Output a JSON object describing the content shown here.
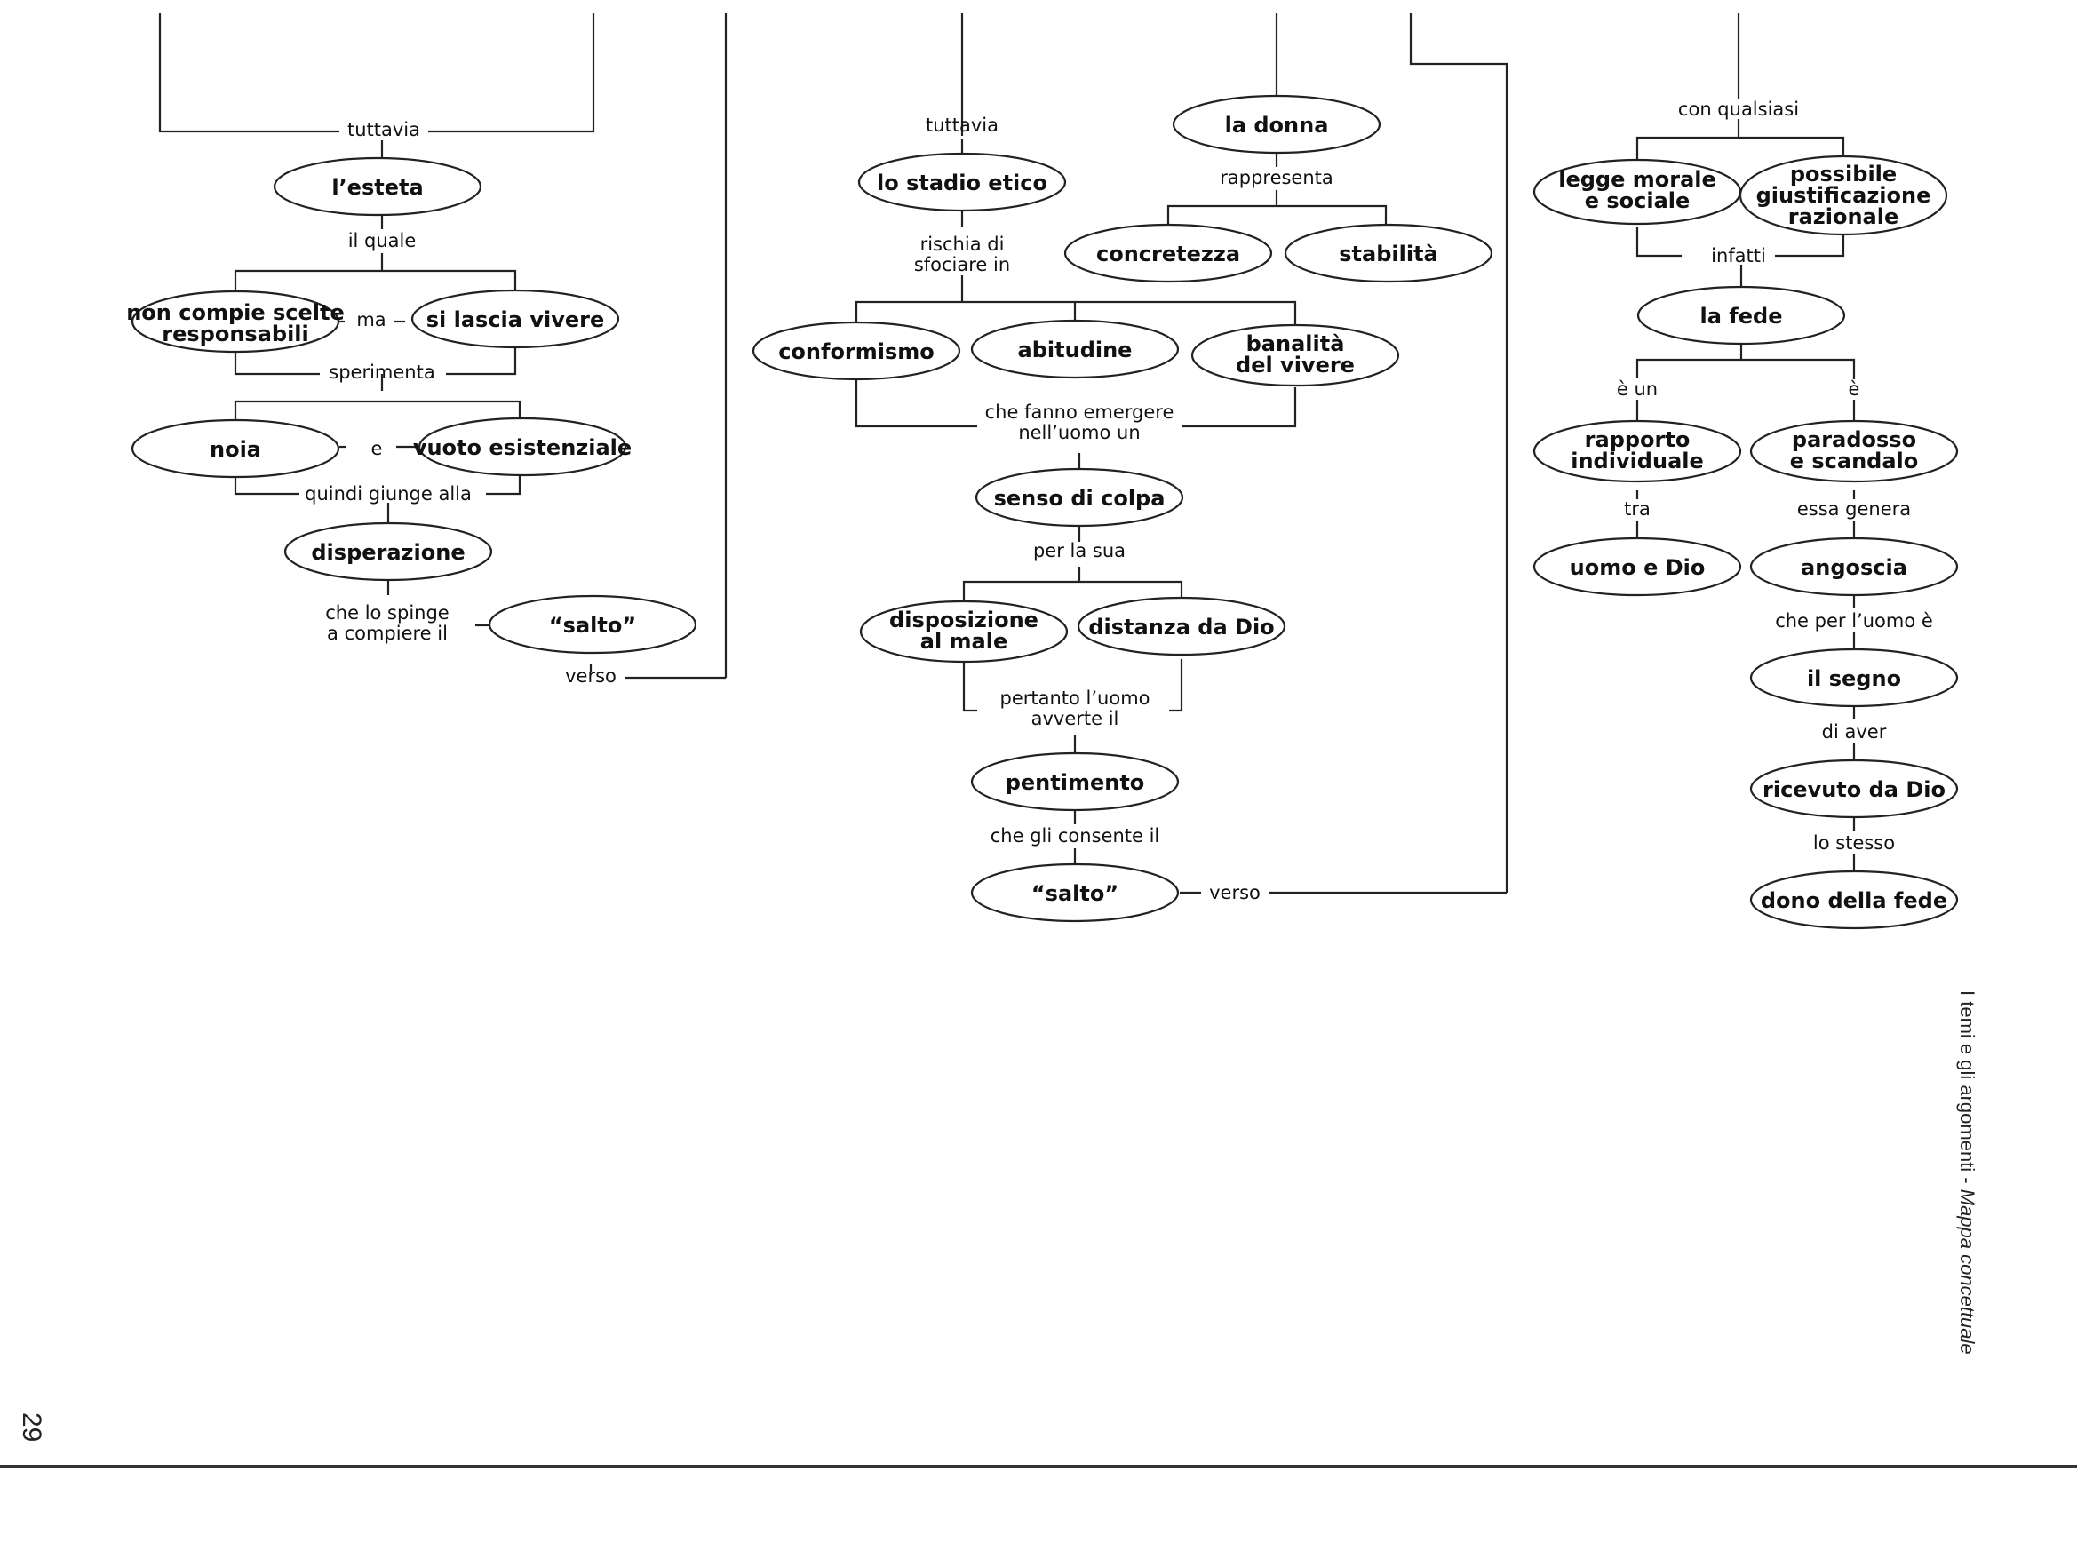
{
  "page_number": "29",
  "caption": {
    "main": "I temi e gli argomenti - ",
    "italic": "Mappa concettuale"
  },
  "nodes": {
    "esteta": [
      "l’esteta"
    ],
    "non_compie": [
      "non compie scelte",
      "responsabili"
    ],
    "si_lascia": [
      "si lascia vivere"
    ],
    "noia": [
      "noia"
    ],
    "vuoto": [
      "vuoto esistenziale"
    ],
    "disperazione": [
      "disperazione"
    ],
    "salto1": [
      "“salto”"
    ],
    "stadio_etico": [
      "lo stadio etico"
    ],
    "la_donna": [
      "la donna"
    ],
    "concretezza": [
      "concretezza"
    ],
    "stabilita": [
      "stabilità"
    ],
    "conformismo": [
      "conformismo"
    ],
    "abitudine": [
      "abitudine"
    ],
    "banalita": [
      "banalità",
      "del vivere"
    ],
    "senso_colpa": [
      "senso di colpa"
    ],
    "disposizione": [
      "disposizione",
      "al male"
    ],
    "distanza": [
      "distanza da Dio"
    ],
    "pentimento": [
      "pentimento"
    ],
    "salto2": [
      "“salto”"
    ],
    "legge": [
      "legge morale",
      "e sociale"
    ],
    "giustificazione": [
      "possibile",
      "giustificazione",
      "razionale"
    ],
    "fede": [
      "la fede"
    ],
    "rapporto": [
      "rapporto",
      "individuale"
    ],
    "paradosso": [
      "paradosso",
      "e scandalo"
    ],
    "uomo_dio": [
      "uomo e Dio"
    ],
    "angoscia": [
      "angoscia"
    ],
    "segno": [
      "il segno"
    ],
    "ricevuto": [
      "ricevuto da Dio"
    ],
    "dono": [
      "dono della fede"
    ]
  },
  "connectors": {
    "tuttavia_1": [
      "tuttavia"
    ],
    "il_quale": [
      "il quale"
    ],
    "ma": [
      "ma"
    ],
    "sperimenta": [
      "sperimenta"
    ],
    "e": [
      "e"
    ],
    "quindi": [
      "quindi giunge alla"
    ],
    "spinge": [
      "che lo spinge",
      "a compiere il"
    ],
    "verso_1": [
      "verso"
    ],
    "tuttavia_2": [
      "tuttavia"
    ],
    "rischia": [
      "rischia di",
      "sfociare in"
    ],
    "rappresenta": [
      "rappresenta"
    ],
    "emergere": [
      "che fanno emergere",
      "nell’uomo un"
    ],
    "per_la_sua": [
      "per la sua"
    ],
    "pertanto": [
      "pertanto l’uomo",
      "avverte il"
    ],
    "consente": [
      "che gli consente il"
    ],
    "verso_2": [
      "verso"
    ],
    "qualsiasi": [
      "con qualsiasi"
    ],
    "infatti": [
      "infatti"
    ],
    "e_un": [
      "è un"
    ],
    "e_acc": [
      "è"
    ],
    "tra": [
      "tra"
    ],
    "genera": [
      "essa genera"
    ],
    "per_uomo": [
      "che per l’uomo è"
    ],
    "di_aver": [
      "di aver"
    ],
    "lo_stesso": [
      "lo stesso"
    ]
  }
}
